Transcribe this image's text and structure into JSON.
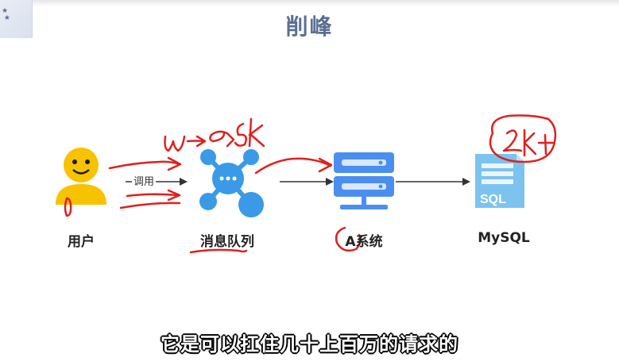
{
  "title": "削峰",
  "nodes": {
    "user": "用户",
    "mq": "消息队列",
    "system": "A系统",
    "db": "MySQL"
  },
  "edge_label": "调用",
  "db_icon_text": "SQL",
  "subtitle": "它是可以扛住几十上百万的请求的",
  "colors": {
    "title": "#5b6f92",
    "user_icon": "#f7c200",
    "mq_icon": "#3a9ae8",
    "server_icon": "#4a8ff0",
    "db_icon": "#7cc3ef",
    "annotation": "#e0201e"
  }
}
